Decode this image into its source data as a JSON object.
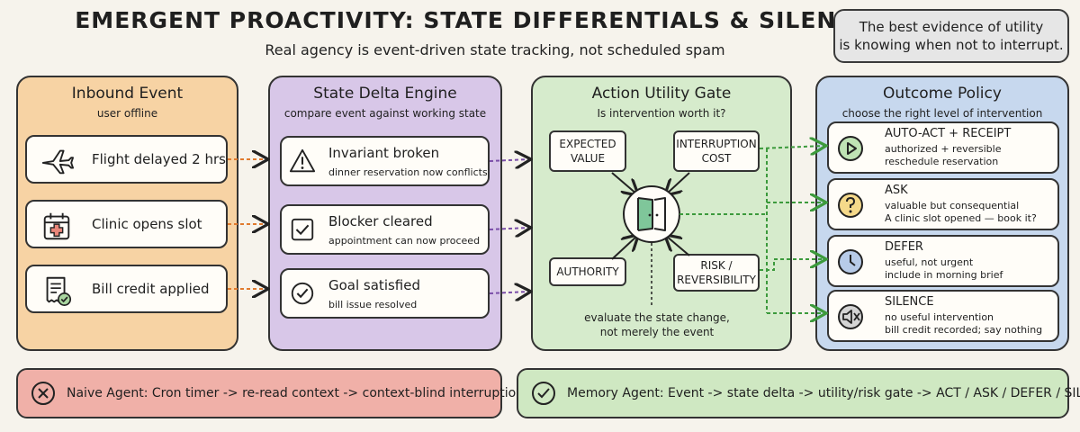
{
  "header": {
    "title": "EMERGENT PROACTIVITY: STATE DIFFERENTIALS & SILENCE",
    "subtitle": "Real agency is event-driven state tracking, not scheduled spam",
    "note_line1": "The best evidence of utility",
    "note_line2": "is knowing when not to interrupt."
  },
  "inbound": {
    "title": "Inbound Event",
    "subtitle": "user offline",
    "events": [
      {
        "label": "Flight delayed 2 hrs",
        "icon": "airplane-icon"
      },
      {
        "label": "Clinic opens slot",
        "icon": "calendar-plus-icon"
      },
      {
        "label": "Bill credit applied",
        "icon": "receipt-check-icon"
      }
    ]
  },
  "engine": {
    "title": "State Delta Engine",
    "subtitle": "compare event against working state",
    "deltas": [
      {
        "label": "Invariant broken",
        "desc": "dinner reservation now conflicts",
        "icon": "warning-icon"
      },
      {
        "label": "Blocker cleared",
        "desc": "appointment can now proceed",
        "icon": "checkbox-icon"
      },
      {
        "label": "Goal satisfied",
        "desc": "bill issue resolved",
        "icon": "check-circle-icon"
      }
    ]
  },
  "gate": {
    "title": "Action Utility Gate",
    "subtitle": "Is intervention worth it?",
    "factors": {
      "expected_value_1": "EXPECTED",
      "expected_value_2": "VALUE",
      "interruption_cost_1": "INTERRUPTION",
      "interruption_cost_2": "COST",
      "authority": "AUTHORITY",
      "risk_1": "RISK /",
      "risk_2": "REVERSIBILITY"
    },
    "caption_1": "evaluate the state change,",
    "caption_2": "not merely the event"
  },
  "outcome": {
    "title": "Outcome Policy",
    "subtitle": "choose the right level of intervention",
    "options": [
      {
        "label": "AUTO-ACT + RECEIPT",
        "d1": "authorized + reversible",
        "d2": "reschedule reservation",
        "icon": "play-icon",
        "color": "#bfe3b4"
      },
      {
        "label": "ASK",
        "d1": "valuable but consequential",
        "d2": "A clinic slot opened — book it?",
        "icon": "question-icon",
        "color": "#f5d98a"
      },
      {
        "label": "DEFER",
        "d1": "useful, not urgent",
        "d2": "include in morning brief",
        "icon": "clock-icon",
        "color": "#b7cbe8"
      },
      {
        "label": "SILENCE",
        "d1": "no useful intervention",
        "d2": "bill credit recorded; say nothing",
        "icon": "mute-icon",
        "color": "#d4d4d4"
      }
    ]
  },
  "bottom": {
    "naive": "Naive Agent: Cron timer -> re-read context -> context-blind interruption",
    "memory": "Memory Agent: Event -> state delta -> utility/risk gate -> ACT / ASK / DEFER / SILENCE"
  },
  "colors": {
    "inbound": "#f7d3a4",
    "engine": "#d8c7e8",
    "gate": "#d6ebcc",
    "outcome": "#c7d8ee",
    "naive": "#f0b0a8",
    "memory": "#cfe8c2",
    "orange_dash": "#e07a2e",
    "purple_dash": "#7a4ea8",
    "green_dash": "#3c9a3c"
  }
}
